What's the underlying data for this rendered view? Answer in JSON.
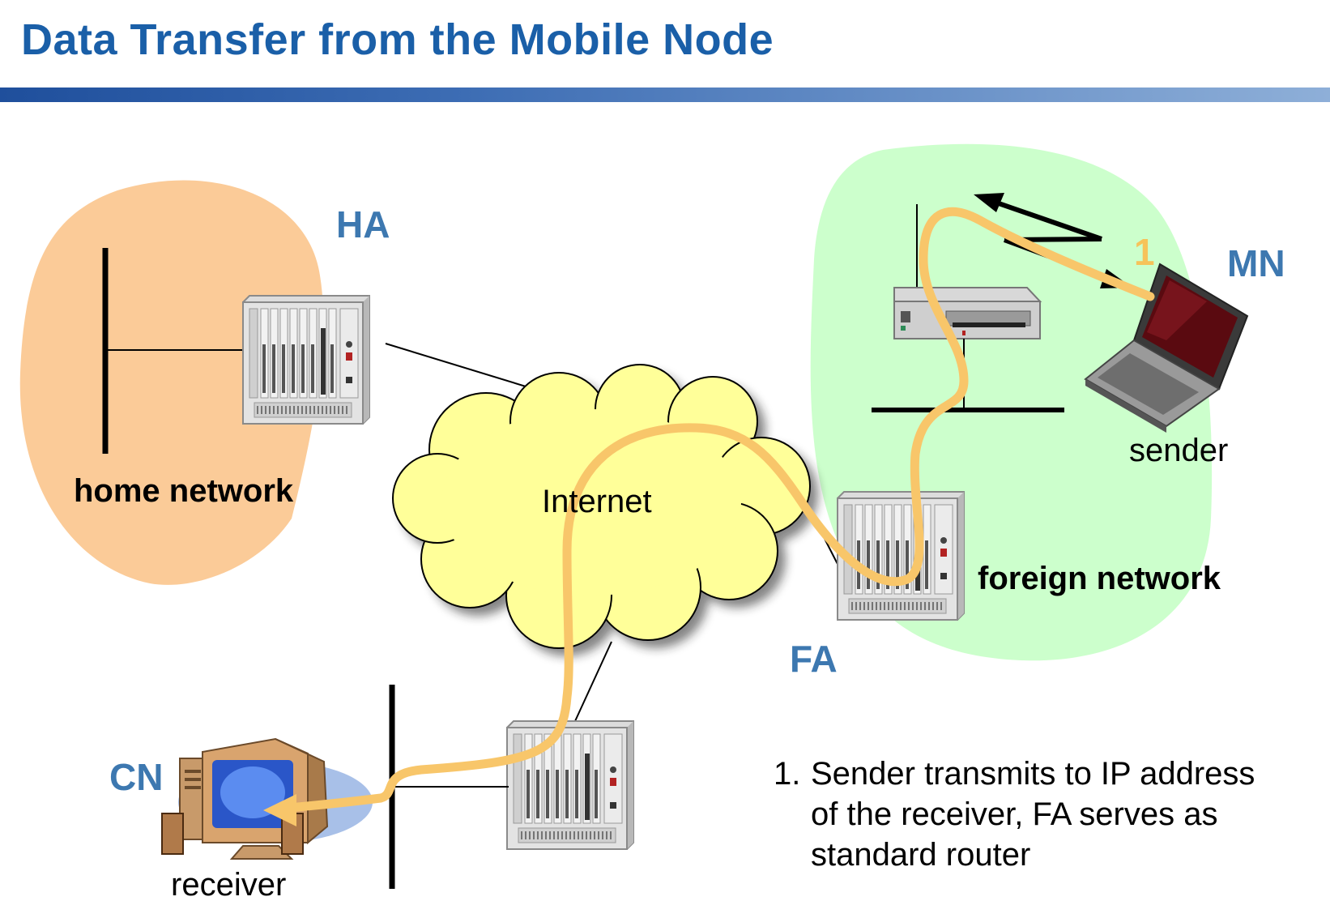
{
  "title": "Data Transfer from the Mobile Node",
  "labels": {
    "ha": "HA",
    "mn": "MN",
    "fa": "FA",
    "cn": "CN",
    "home_network": "home network",
    "foreign_network": "foreign network",
    "internet": "Internet",
    "sender": "sender",
    "receiver": "receiver",
    "step": "1"
  },
  "note": {
    "number": "1.",
    "lines": [
      "Sender transmits to IP address",
      "of the receiver, FA serves as",
      "standard router"
    ]
  },
  "colors": {
    "title": "#1a5fa8",
    "home_network": "#fbcb98",
    "foreign_network": "#ccffcc",
    "internet_cloud": "#ffff99",
    "data_path": "#f8c66a",
    "node_label": "#3d78b0"
  },
  "icons": {
    "ha": "router-rack-icon",
    "fa": "router-rack-icon",
    "cn_router": "router-rack-icon",
    "access_point": "access-point-icon",
    "mn": "laptop-icon",
    "cn": "desktop-computer-icon"
  }
}
